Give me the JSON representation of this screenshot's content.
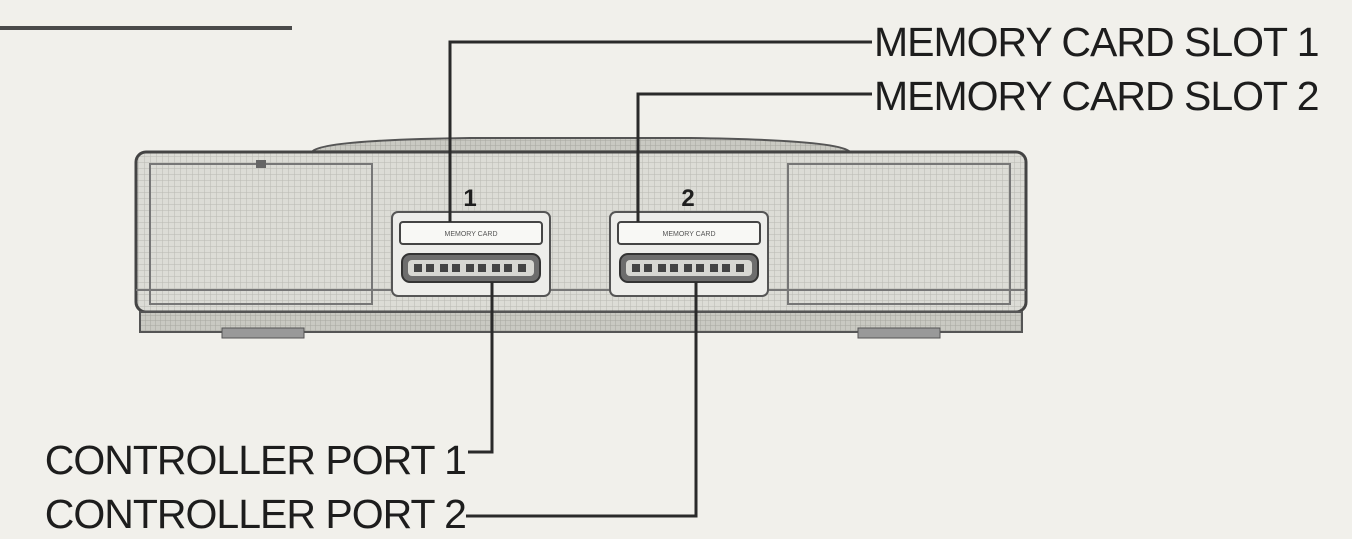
{
  "diagram": {
    "labels": {
      "memory_card_slot_1": "MEMORY CARD SLOT 1",
      "memory_card_slot_2": "MEMORY CARD SLOT 2",
      "controller_port_1": "CONTROLLER PORT 1",
      "controller_port_2": "CONTROLLER PORT 2"
    },
    "slot_numbers": [
      "1",
      "2"
    ],
    "colors": {
      "background": "#f1f0eb",
      "console_fill": "#dcdcd6",
      "line": "#2a2a2a"
    }
  }
}
